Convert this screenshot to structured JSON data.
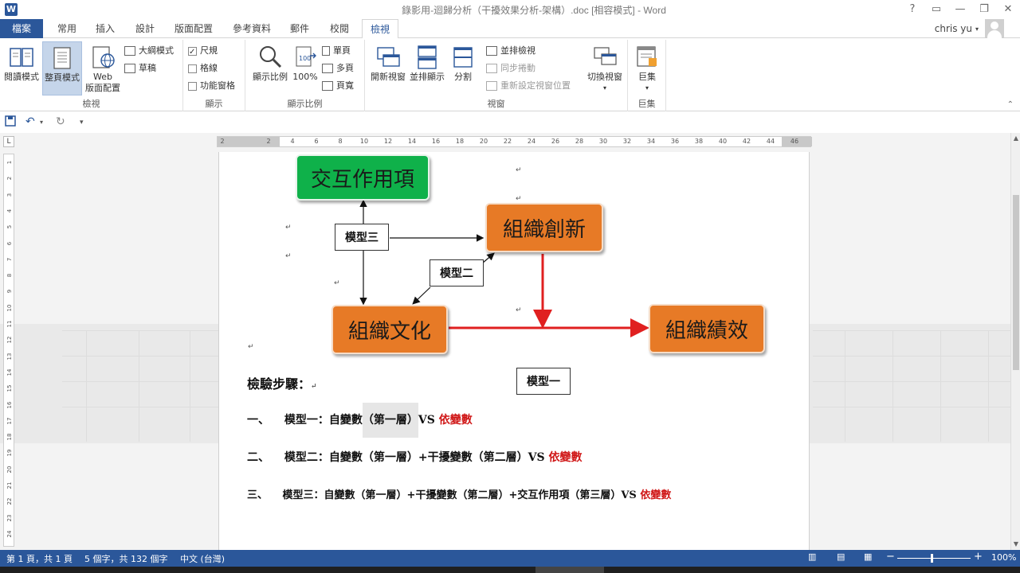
{
  "window": {
    "title": "錄影用-迴歸分析（干擾效果分析-架構）.doc [相容模式] - Word",
    "user": "chris yu",
    "controls": {
      "help": "?",
      "ribbon_display": "▭",
      "minimize": "—",
      "restore": "❐",
      "close": "✕"
    }
  },
  "tabs": {
    "file": "檔案",
    "items": [
      "常用",
      "插入",
      "設計",
      "版面配置",
      "參考資料",
      "郵件",
      "校閱",
      "檢視"
    ],
    "active": "檢視"
  },
  "ribbon": {
    "views": {
      "label": "檢視",
      "read_mode": "閱讀模式",
      "print_layout": "整頁模式",
      "web_layout_line1": "Web",
      "web_layout_line2": "版面配置",
      "outline": "大綱模式",
      "draft": "草稿"
    },
    "show": {
      "label": "顯示",
      "ruler": "尺規",
      "gridlines": "格線",
      "nav_pane": "功能窗格",
      "ruler_checked": true
    },
    "zoom": {
      "label": "顯示比例",
      "zoom_btn": "顯示比例",
      "hundred": "100%",
      "one_page": "單頁",
      "multi_page": "多頁",
      "page_width": "頁寬"
    },
    "window": {
      "label": "視窗",
      "new_window": "開新視窗",
      "arrange_all": "並排顯示",
      "split": "分割",
      "side_by_side": "並排檢視",
      "sync_scroll": "同步捲動",
      "reset_pos": "重新設定視窗位置",
      "switch": "切換視窗"
    },
    "macros": {
      "label": "巨集",
      "macros_btn": "巨集"
    }
  },
  "ruler": {
    "h_ticks": [
      "2",
      "2",
      "4",
      "6",
      "8",
      "10",
      "12",
      "14",
      "16",
      "18",
      "20",
      "22",
      "24",
      "26",
      "28",
      "30",
      "32",
      "34",
      "36",
      "38",
      "40",
      "42",
      "44",
      "46"
    ],
    "v_ticks": [
      "1",
      "2",
      "3",
      "4",
      "5",
      "6",
      "7",
      "8",
      "9",
      "10",
      "11",
      "12",
      "13",
      "14",
      "15",
      "16",
      "17",
      "18",
      "19",
      "20",
      "21",
      "22",
      "23",
      "24"
    ],
    "corner": "L"
  },
  "diagram": {
    "interaction": "交互作用項",
    "innovation": "組織創新",
    "culture": "組織文化",
    "performance": "組織績效",
    "model1": "模型一",
    "model2": "模型二",
    "model3": "模型三"
  },
  "document": {
    "steps_title": "檢驗步驟：",
    "step1": {
      "num": "一、",
      "text": "模型一：自變數",
      "hl": "（第一層）",
      "vs": "VS ",
      "dv": "依變數"
    },
    "step2": {
      "num": "二、",
      "text": "模型二：自變數（第一層）+干擾變數（第二層）VS ",
      "dv": "依變數"
    },
    "step3": {
      "num": "三、",
      "text": "模型三：自變數（第一層）+干擾變數（第二層）+交互作用項（第三層）VS ",
      "dv": "依變數"
    },
    "para_mark": "↵"
  },
  "status": {
    "page": "第 1 頁，共 1 頁",
    "words": "5 個字，共 132 個字",
    "lang": "中文 (台灣)",
    "zoom": "100%",
    "zoom_minus": "−",
    "zoom_plus": "+"
  },
  "colors": {
    "brand": "#2b579a",
    "green_node": "#0fb14a",
    "orange_node": "#e77a26",
    "red_arrow": "#e02020",
    "red_text": "#d01818"
  }
}
